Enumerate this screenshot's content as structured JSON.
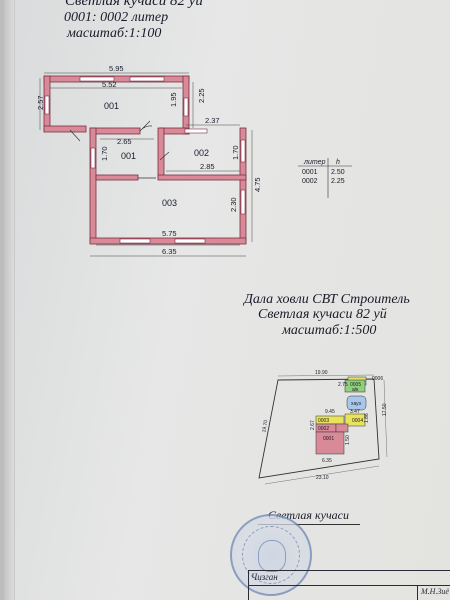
{
  "header": {
    "line1": "Светлая  кучаси 82 уй",
    "line2": "0001: 0002 литер",
    "line3": "масштаб:1:100"
  },
  "floorplan": {
    "rooms": [
      "001",
      "001",
      "002",
      "003"
    ],
    "dims": {
      "top_outer": "5.95",
      "top_inner": "5.52",
      "left_outer": "2.57",
      "room001_right": "1.95",
      "right_upper": "2.25",
      "mid_265": "2.65",
      "mid_237": "2.37",
      "left_170": "1.70",
      "room002_right": "1.70",
      "mid_285": "2.85",
      "right_475": "4.75",
      "room003_right": "2.30",
      "bottom_inner": "5.75",
      "bottom_outer": "6.35"
    }
  },
  "height_table": {
    "col_liter": "литер",
    "col_h": "h",
    "rows": [
      {
        "liter": "0001",
        "h": "2.50"
      },
      {
        "liter": "0002",
        "h": "2.25"
      }
    ]
  },
  "site_title": {
    "line1": "Дала ховли СВТ Строитель",
    "line2": "Светлая  кучаси 82 уй",
    "line3": "масштаб:1:500"
  },
  "siteplan": {
    "labels": {
      "top": "19.90",
      "top_right": "0006",
      "left": "19.70",
      "bottom": "23.10",
      "right": "17.50",
      "dim_275": "2.75",
      "b0005": "0005",
      "b0005_sub": "a/к",
      "xauz": "хауз",
      "dim_945": "9.45",
      "dim_347": "3.47",
      "dim_267": "2.67",
      "b0003": "0003",
      "b0002": "0002",
      "b0004": "0004",
      "dim_186": "1.86",
      "b0001": "0001",
      "dim_150": "1.50",
      "dim_635": "6.35"
    }
  },
  "street": "Светлая  кучаси",
  "bottom_table": {
    "text1": "Чизган",
    "text2": "М.Н.Зиё"
  },
  "colors": {
    "wall": "#d98a98",
    "wall_stroke": "#7a2e40",
    "block_green": "#8fd07a",
    "block_yellow": "#e8e35a",
    "block_blue": "#a9c7ea",
    "ink": "#1a1a2a"
  }
}
